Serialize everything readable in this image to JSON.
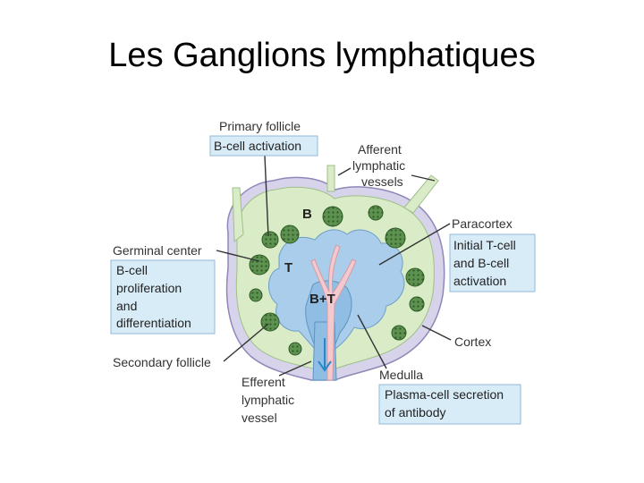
{
  "title": "Les Ganglions lymphatiques",
  "labels": {
    "primary_follicle": "Primary follicle",
    "b_cell_activation": "B-cell activation",
    "afferent": [
      "Afferent",
      "lymphatic",
      "vessels"
    ],
    "paracortex": "Paracortex",
    "paracortex_box": [
      "Initial T-cell",
      "and B-cell",
      "activation"
    ],
    "germinal_center": "Germinal center",
    "germinal_box": [
      "B-cell",
      "proliferation",
      "and",
      "differentiation"
    ],
    "cortex": "Cortex",
    "secondary_follicle": "Secondary follicle",
    "efferent": [
      "Efferent",
      "lymphatic",
      "vessel"
    ],
    "medulla": "Medulla",
    "medulla_box": [
      "Plasma-cell secretion",
      "of antibody"
    ],
    "zone_b": "B",
    "zone_t": "T",
    "zone_bt": "B+T"
  },
  "colors": {
    "capsule": "#d7d3ea",
    "cortex_green": "#d9ecc7",
    "paracortex_blue": "#a9cdea",
    "medulla_blue": "#8fbde3",
    "follicle_dark": "#4d7d3f",
    "vessel_pink": "#f3c9cf",
    "box_fill": "#d8ecf8",
    "box_stroke": "#8fb9d9",
    "arrow_blue": "#2a86c9"
  }
}
